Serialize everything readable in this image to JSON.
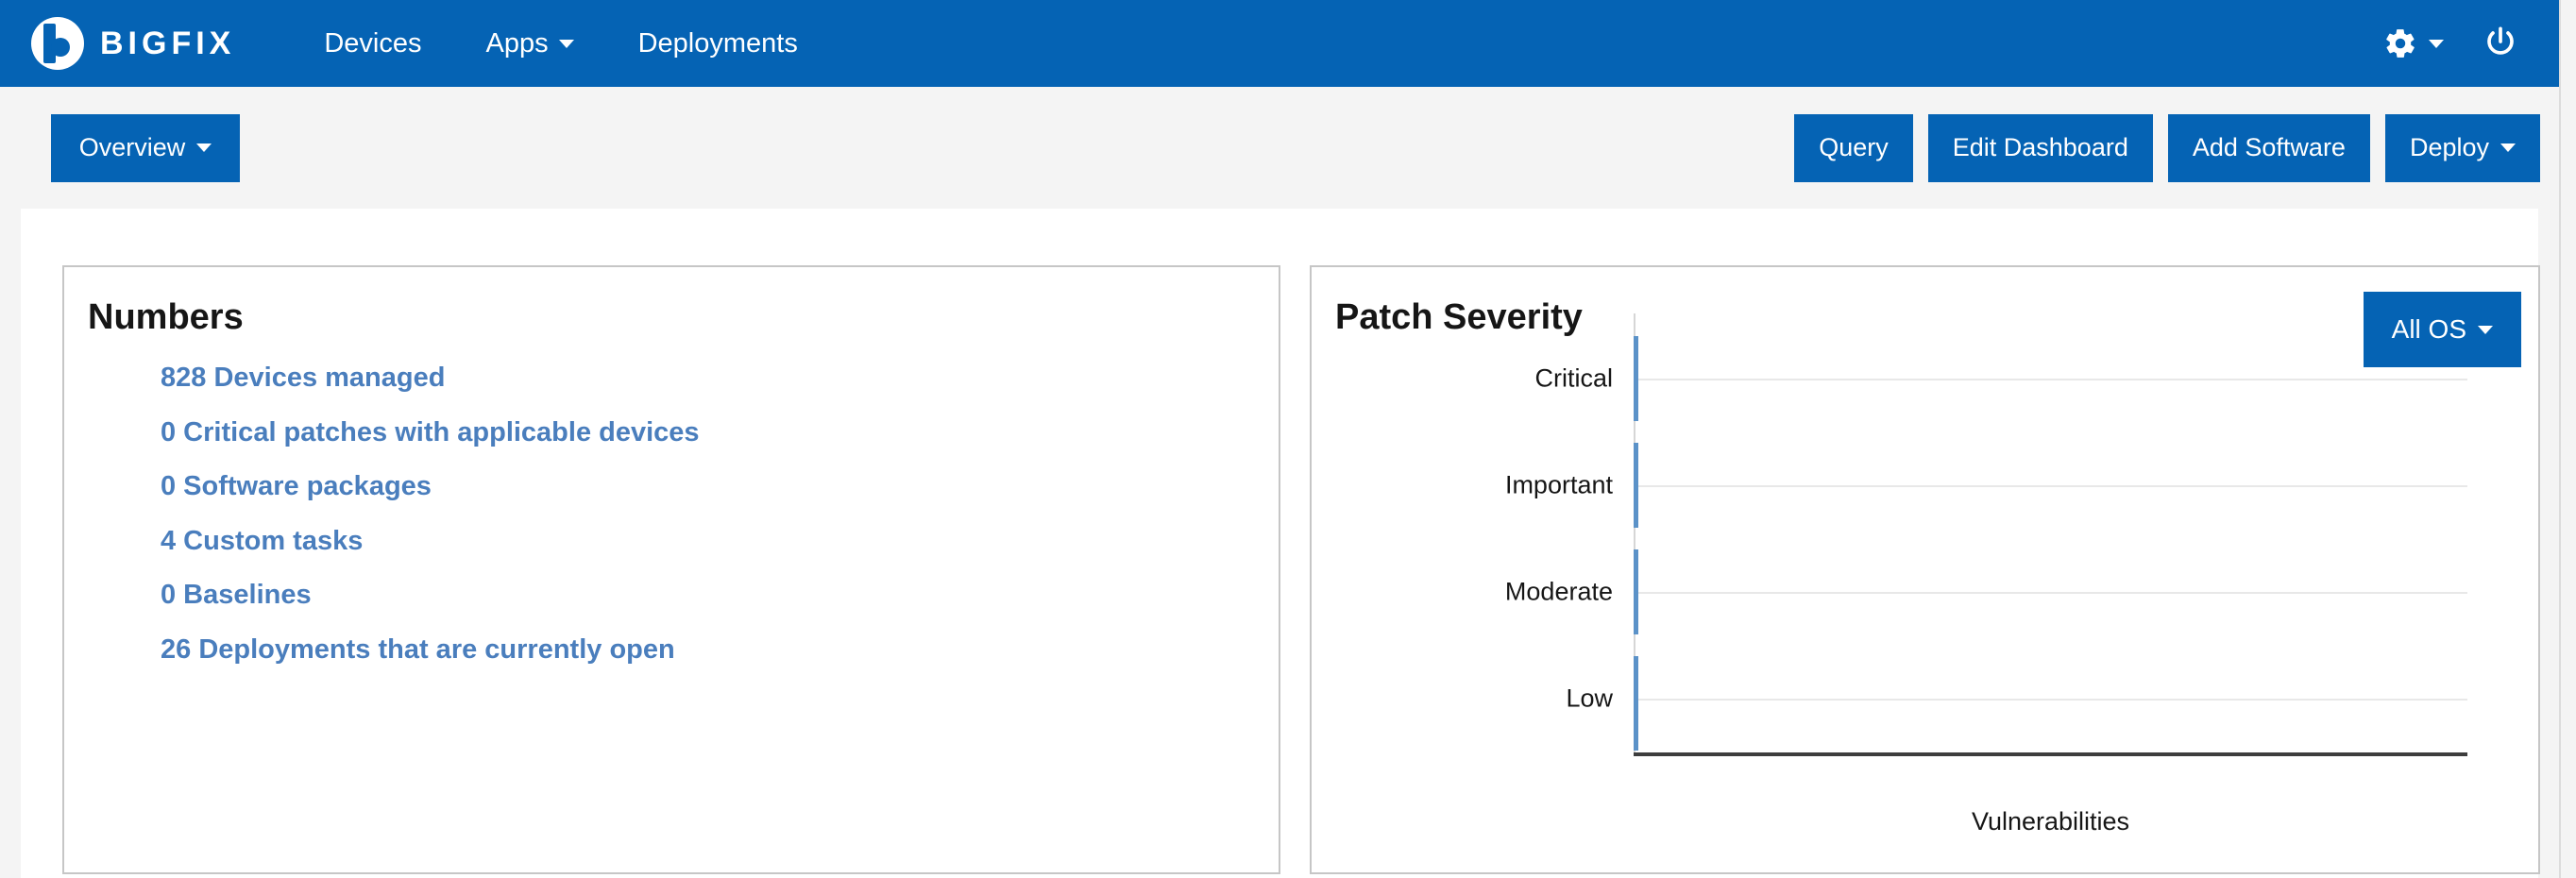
{
  "header": {
    "brand": "BIGFIX",
    "logo_icon": "bigfix-circle-b-logo",
    "nav": [
      {
        "label": "Devices",
        "has_caret": false
      },
      {
        "label": "Apps",
        "has_caret": true
      },
      {
        "label": "Deployments",
        "has_caret": false
      }
    ],
    "settings_icon": "gear-icon",
    "settings_has_caret": true,
    "power_icon": "power-icon",
    "background_color": "#0563b4"
  },
  "toolbar": {
    "overview_label": "Overview",
    "overview_has_caret": true,
    "actions": [
      {
        "label": "Query",
        "has_caret": false
      },
      {
        "label": "Edit Dashboard",
        "has_caret": false
      },
      {
        "label": "Add Software",
        "has_caret": false
      },
      {
        "label": "Deploy",
        "has_caret": true
      }
    ],
    "background_color": "#f4f4f4",
    "button_color": "#0563b4"
  },
  "numbers_card": {
    "title": "Numbers",
    "link_color": "#4a7ebd",
    "items": [
      {
        "text": "828 Devices managed",
        "count": 828,
        "label": "Devices managed"
      },
      {
        "text": "0 Critical patches with applicable devices",
        "count": 0,
        "label": "Critical patches with applicable devices"
      },
      {
        "text": "0 Software packages",
        "count": 0,
        "label": "Software packages"
      },
      {
        "text": "4 Custom tasks",
        "count": 4,
        "label": "Custom tasks"
      },
      {
        "text": "0 Baselines",
        "count": 0,
        "label": "Baselines"
      },
      {
        "text": "26 Deployments that are currently open",
        "count": 26,
        "label": "Deployments that are currently open"
      }
    ]
  },
  "patch_card": {
    "title": "Patch Severity",
    "os_filter": {
      "label": "All OS",
      "has_caret": true
    }
  },
  "chart_data": {
    "type": "bar",
    "orientation": "horizontal",
    "title": "Patch Severity",
    "categories": [
      "Critical",
      "Important",
      "Moderate",
      "Low"
    ],
    "values": [
      0,
      0,
      0,
      0
    ],
    "xlabel": "Vulnerabilities",
    "ylabel": "",
    "xlim": [
      0,
      1
    ],
    "grid": true,
    "legend": false,
    "bar_color": "#5b92c8",
    "gridline_color": "#e8e8e8",
    "axis_color": "#3d3d3d"
  }
}
